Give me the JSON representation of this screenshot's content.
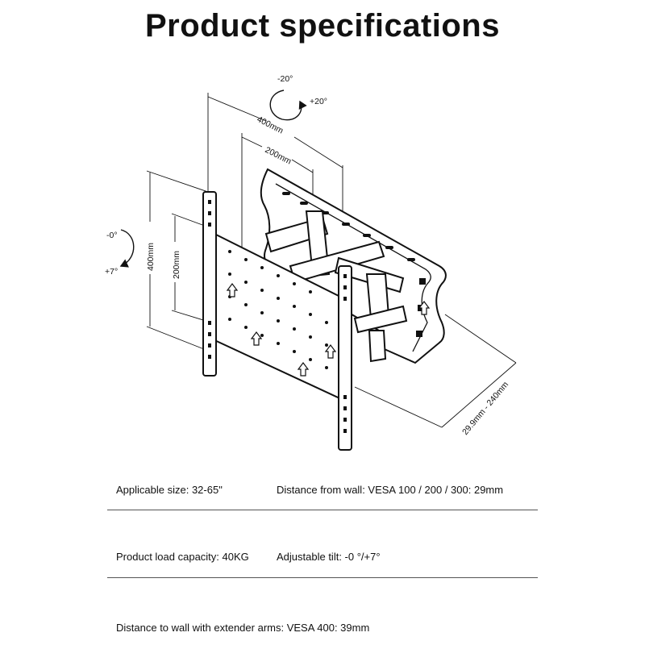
{
  "title": "Product specifications",
  "diagram": {
    "swivel_minus": "-20°",
    "swivel_plus": "+20°",
    "width_400": "400mm",
    "width_200": "200mm",
    "height_400": "400mm",
    "height_200": "200mm",
    "tilt_minus": "-0°",
    "tilt_plus": "+7°",
    "depth": "29.9mm - 240mm"
  },
  "specs": {
    "row1_left": "Applicable size:  32-65\"",
    "row1_right": "Distance from wall:  VESA 100 / 200 / 300: 29mm",
    "row2_left": "Product load capacity:  40KG",
    "row2_right": "Adjustable tilt: -0 °/+7°",
    "row3_left": "Distance to wall with extender arms:  VESA 400: 39mm"
  }
}
